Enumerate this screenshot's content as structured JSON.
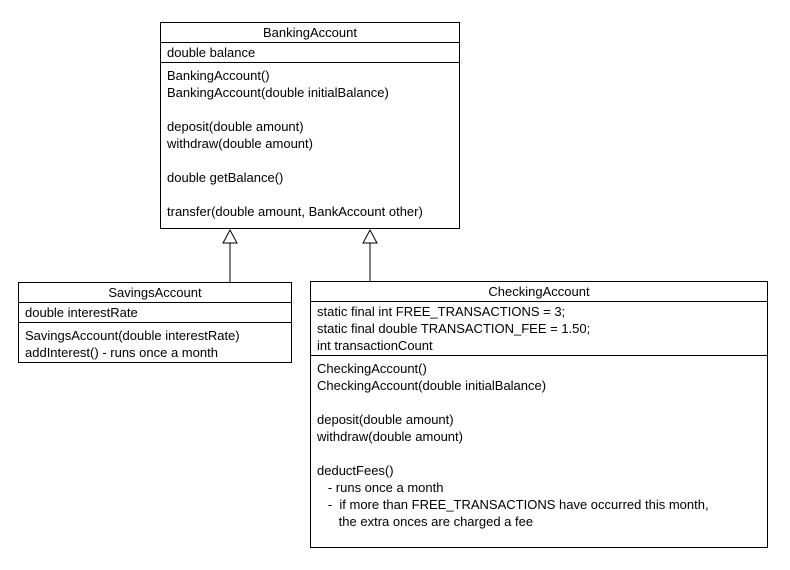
{
  "diagram": {
    "type": "uml-class-diagram",
    "background_color": "#ffffff",
    "line_color": "#000000",
    "classes": [
      {
        "name": "BankingAccount",
        "attributes": [
          "double balance"
        ],
        "methods": [
          "BankingAccount()",
          "BankingAccount(double initialBalance)",
          "",
          "deposit(double amount)",
          "withdraw(double amount)",
          "",
          "double getBalance()",
          "",
          "transfer(double amount, BankAccount other)"
        ]
      },
      {
        "name": "SavingsAccount",
        "attributes": [
          "double interestRate"
        ],
        "methods": [
          "SavingsAccount(double interestRate)",
          "addInterest() - runs once a month"
        ]
      },
      {
        "name": "CheckingAccount",
        "attributes": [
          "static final int FREE_TRANSACTIONS = 3;",
          "static final double TRANSACTION_FEE = 1.50;",
          "int transactionCount"
        ],
        "methods": [
          "CheckingAccount()",
          "CheckingAccount(double initialBalance)",
          "",
          "deposit(double amount)",
          "withdraw(double amount)",
          "",
          "deductFees()",
          "   - runs once a month",
          "   -  if more than FREE_TRANSACTIONS have occurred this month,",
          "      the extra onces are charged a fee"
        ]
      }
    ],
    "relationships": [
      {
        "type": "inheritance",
        "from": "SavingsAccount",
        "to": "BankingAccount"
      },
      {
        "type": "inheritance",
        "from": "CheckingAccount",
        "to": "BankingAccount"
      }
    ]
  }
}
